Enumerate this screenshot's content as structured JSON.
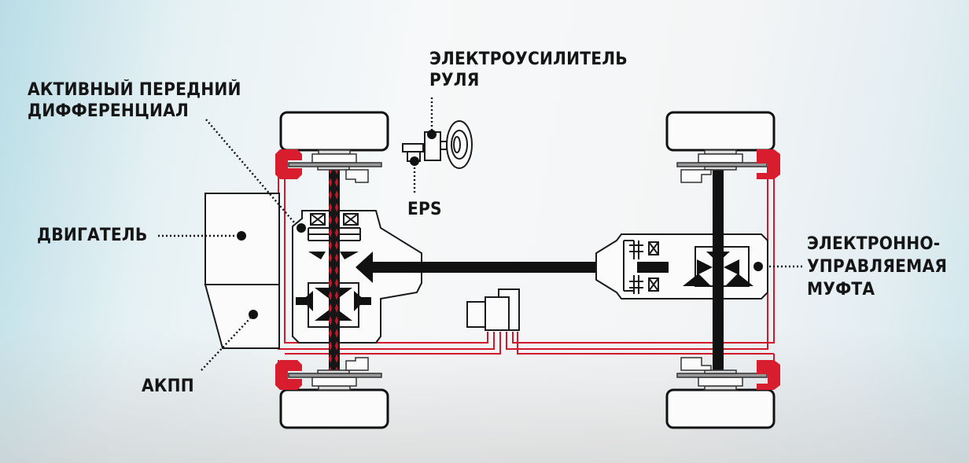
{
  "diagram": {
    "subject": "AWD layout with active front differential and electronically controlled coupling",
    "colors": {
      "outline": "#1a1a1a",
      "wiring": "#d01a2c",
      "brake": "#d81e2e",
      "background": "#f4f5f6"
    },
    "labels": {
      "front_diff_line1": "АКТИВНЫЙ ПЕРЕДНИЙ",
      "front_diff_line2": "ДИФФЕРЕНЦИАЛ",
      "steering_line1": "ЭЛЕКТРОУСИЛИТЕЛЬ",
      "steering_line2": "РУЛЯ",
      "eps": "EPS",
      "engine": "ДВИГАТЕЛЬ",
      "transmission": "АКПП",
      "coupling_line1": "ЭЛЕКТРОННО-",
      "coupling_line2": "УПРАВЛЯЕМАЯ",
      "coupling_line3": "МУФТА"
    },
    "components": [
      {
        "id": "engine",
        "label_ref": "engine"
      },
      {
        "id": "transmission",
        "label_ref": "transmission"
      },
      {
        "id": "active-front-differential",
        "label_ref": "front_diff"
      },
      {
        "id": "electric-power-steering",
        "label_ref": "steering"
      },
      {
        "id": "eps-motor",
        "label_ref": "eps"
      },
      {
        "id": "electronic-coupling",
        "label_ref": "coupling"
      },
      {
        "id": "control-unit"
      },
      {
        "id": "front-left-wheel"
      },
      {
        "id": "front-right-wheel"
      },
      {
        "id": "rear-left-wheel"
      },
      {
        "id": "rear-right-wheel"
      },
      {
        "id": "propeller-shaft"
      }
    ]
  }
}
